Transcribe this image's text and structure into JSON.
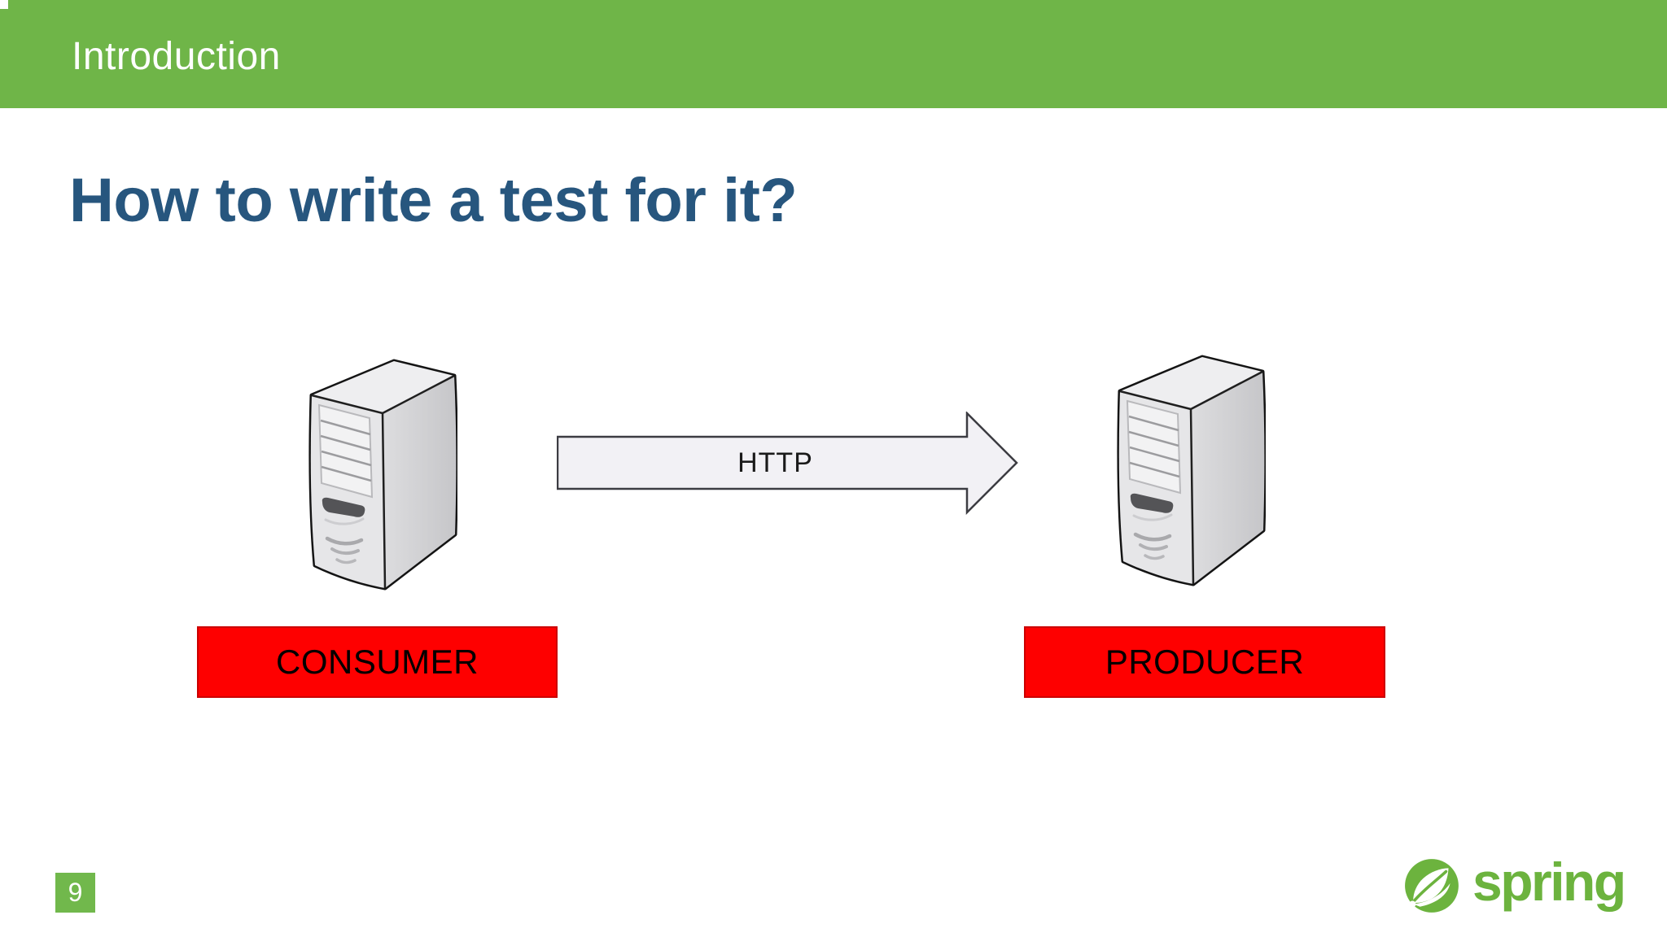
{
  "header": {
    "title": "Introduction"
  },
  "slide": {
    "title": "How to write a test for it?"
  },
  "diagram": {
    "arrow_label": "HTTP",
    "nodes": [
      {
        "id": "consumer",
        "label": "CONSUMER",
        "icon": "server-tower-icon"
      },
      {
        "id": "producer",
        "label": "PRODUCER",
        "icon": "server-tower-icon"
      }
    ],
    "connection": {
      "from": "CONSUMER",
      "to": "PRODUCER",
      "direction": "left-to-right"
    }
  },
  "footer": {
    "page_number": "9",
    "logo_text": "spring"
  },
  "colors": {
    "header_green": "#6FB548",
    "page_green": "#71B84C",
    "logo_green": "#6CB33E",
    "title_blue": "#27567E",
    "box_red": "#FE0000",
    "box_red_border": "#CC0000",
    "arrow_fill": "#F2F1F5",
    "arrow_border": "#3C3C42"
  }
}
